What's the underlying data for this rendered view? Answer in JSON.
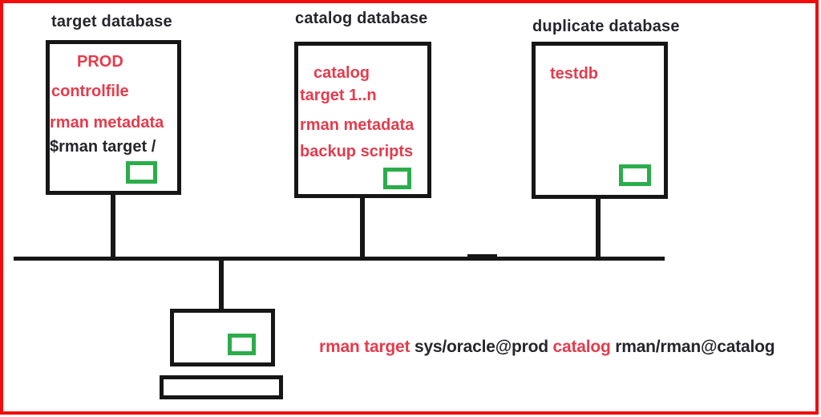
{
  "colors": {
    "frame_red": "#f20c0c",
    "ink_black": "#161616",
    "text_black": "#25252b",
    "text_red": "#e53b4c",
    "marker_green": "#2bad4b"
  },
  "nodes": [
    {
      "label": "target database",
      "lines": [
        {
          "text": "PROD",
          "color": "red"
        },
        {
          "text": "controlfile",
          "color": "red"
        },
        {
          "text": "rman metadata",
          "color": "red"
        },
        {
          "text": "$rman target /",
          "color": "black"
        }
      ]
    },
    {
      "label": "catalog database",
      "lines": [
        {
          "text": "catalog",
          "color": "red"
        },
        {
          "text": "target 1..n",
          "color": "red"
        },
        {
          "text": "rman metadata",
          "color": "red"
        },
        {
          "text": "backup scripts",
          "color": "red"
        }
      ]
    },
    {
      "label": "duplicate database",
      "lines": [
        {
          "text": "testdb",
          "color": "red"
        }
      ]
    }
  ],
  "command": {
    "segments": [
      {
        "text": "rman target ",
        "color": "red"
      },
      {
        "text": "sys/oracle@prod ",
        "color": "black"
      },
      {
        "text": "catalog ",
        "color": "red"
      },
      {
        "text": "rman/rman@catalog",
        "color": "black"
      }
    ]
  }
}
